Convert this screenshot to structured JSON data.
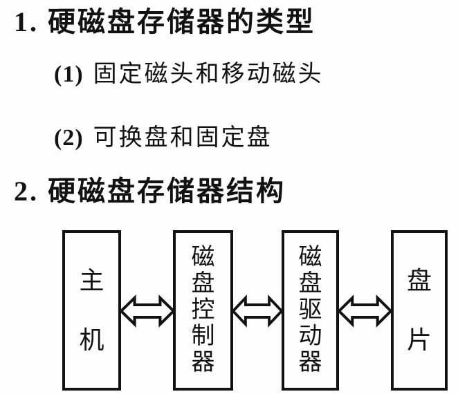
{
  "page": {
    "background": "#fefefe",
    "ink_color": "#121212"
  },
  "outline": {
    "title1": "1. 硬磁盘存储器的类型",
    "item1": {
      "prefix": "(1)",
      "text": "固定磁头和移动磁头"
    },
    "item2": {
      "prefix": "(2)",
      "text": "可换盘和固定盘"
    },
    "title2": "2. 硬磁盘存储器结构"
  },
  "diagram": {
    "boxes": [
      {
        "name": "host",
        "label": "主机",
        "chars": [
          "主",
          "机"
        ]
      },
      {
        "name": "disk-controller",
        "label": "磁盘控制器",
        "chars": [
          "磁",
          "盘",
          "控",
          "制",
          "器"
        ]
      },
      {
        "name": "disk-drive",
        "label": "磁盘驱动器",
        "chars": [
          "磁",
          "盘",
          "驱",
          "动",
          "器"
        ]
      },
      {
        "name": "platter",
        "label": "盘片",
        "chars": [
          "盘",
          "片"
        ]
      }
    ],
    "connectors": [
      {
        "type": "double-arrow",
        "from": "host",
        "to": "disk-controller"
      },
      {
        "type": "double-arrow",
        "from": "disk-controller",
        "to": "disk-drive"
      },
      {
        "type": "double-arrow",
        "from": "disk-drive",
        "to": "platter"
      }
    ]
  }
}
